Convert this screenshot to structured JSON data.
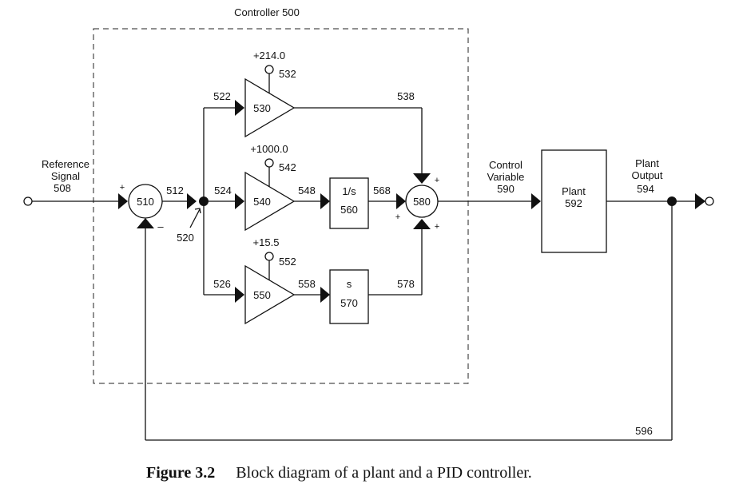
{
  "controller": {
    "title": "Controller 500"
  },
  "reference": {
    "line1": "Reference",
    "line2": "Signal",
    "id": "508"
  },
  "summer_510": {
    "id": "510",
    "plus": "+",
    "minus": "–"
  },
  "wires": {
    "w512": "512",
    "w520": "520",
    "w522": "522",
    "w524": "524",
    "w526": "526",
    "w538": "538",
    "w548": "548",
    "w558": "558",
    "w568": "568",
    "w578": "578",
    "w596": "596"
  },
  "gain_530": {
    "id": "530",
    "value": "+214.0",
    "tap": "532"
  },
  "gain_540": {
    "id": "540",
    "value": "+1000.0",
    "tap": "542"
  },
  "gain_550": {
    "id": "550",
    "value": "+15.5",
    "tap": "552"
  },
  "integrator": {
    "expr": "1/s",
    "id": "560"
  },
  "differentiator": {
    "expr": "s",
    "id": "570"
  },
  "summer_580": {
    "id": "580",
    "plus_top": "+",
    "plus_left": "+",
    "plus_bottom": "+"
  },
  "control_variable": {
    "line1": "Control",
    "line2": "Variable",
    "id": "590"
  },
  "plant": {
    "name": "Plant",
    "id": "592"
  },
  "plant_output": {
    "line1": "Plant",
    "line2": "Output",
    "id": "594"
  },
  "caption": {
    "label": "Figure 3.2",
    "text": "Block diagram of a plant and a PID controller."
  }
}
